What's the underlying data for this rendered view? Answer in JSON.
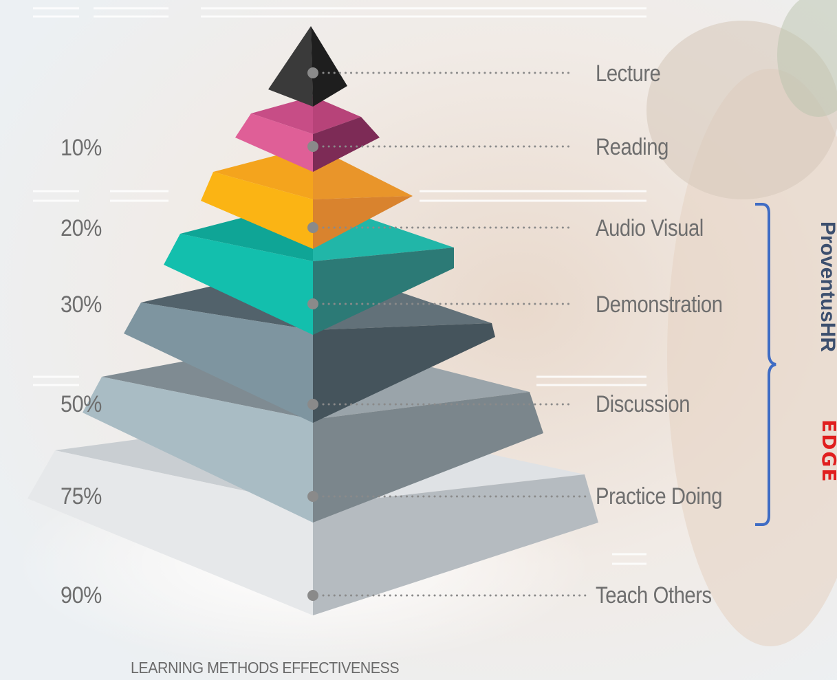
{
  "title": "LEARNING METHODS EFFECTIVENESS",
  "brand": {
    "name": "ProventusHR",
    "tag": "EDGE",
    "bracket_color": "#3f6cc4"
  },
  "percentages": [
    "10%",
    "20%",
    "30%",
    "50%",
    "75%",
    "90%"
  ],
  "levels": [
    {
      "label": "Lecture",
      "color": "#2b2b2b"
    },
    {
      "label": "Reading",
      "color": "#d64f8e"
    },
    {
      "label": "Audio Visual",
      "color": "#f6a623"
    },
    {
      "label": "Demonstration",
      "color": "#14b7a6"
    },
    {
      "label": "Discussion",
      "color": "#5c6f78"
    },
    {
      "label": "Practice Doing",
      "color": "#8e9aa1"
    },
    {
      "label": "Teach Others",
      "color": "#d8dbdd"
    }
  ]
}
